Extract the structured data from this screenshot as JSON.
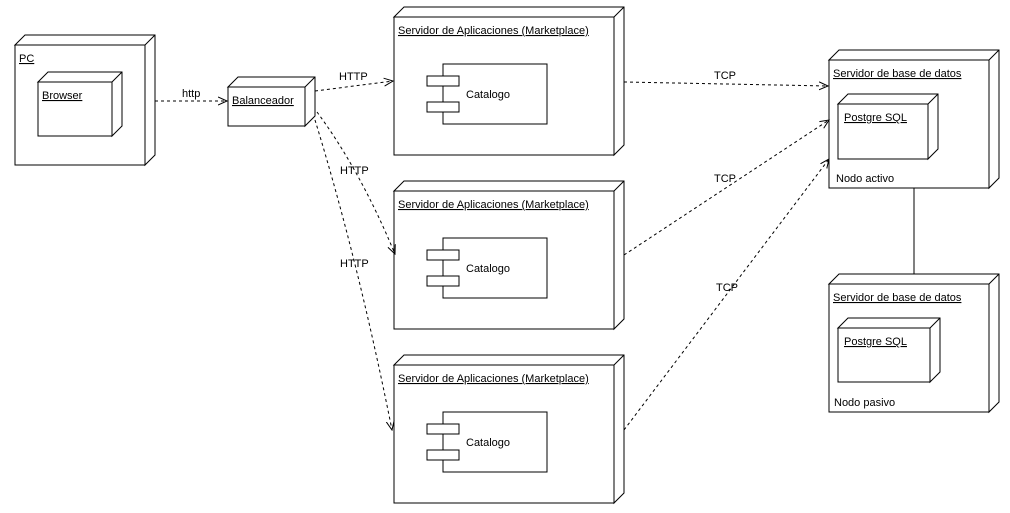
{
  "nodes": {
    "pc": "PC",
    "browser": "Browser",
    "balancer": "Balanceador",
    "app_servers": [
      {
        "title": "Servidor de Aplicaciones (Marketplace)",
        "component": "Catalogo"
      },
      {
        "title": "Servidor de Aplicaciones (Marketplace)",
        "component": "Catalogo"
      },
      {
        "title": "Servidor de Aplicaciones (Marketplace)",
        "component": "Catalogo"
      }
    ],
    "db_servers": [
      {
        "title": "Servidor de base de datos",
        "inner": "Postgre SQL",
        "note": "Nodo activo"
      },
      {
        "title": "Servidor de base de datos",
        "inner": "Postgre SQL",
        "note": "Nodo pasivo"
      }
    ]
  },
  "edges": {
    "pc_to_balancer": "http",
    "balancer_to_app": [
      "HTTP",
      "HTTP",
      "HTTP"
    ],
    "app_to_db": [
      "TCP",
      "TCP",
      "TCP"
    ]
  }
}
